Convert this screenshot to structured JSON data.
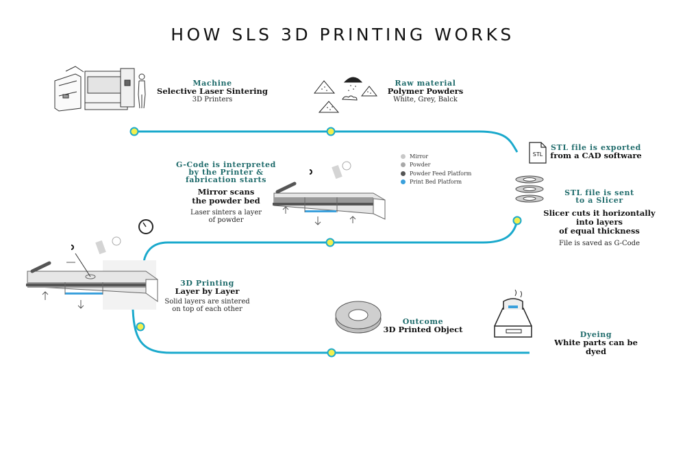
{
  "title": "HOW SLS 3D PRINTING WORKS",
  "colors": {
    "path": "#1aa9cc",
    "node_fill": "#f3ef4e",
    "node_stroke": "#1aa9cc",
    "title_teal": "#1f6b6b",
    "bed_blue": "#3aa0dc"
  },
  "steps": [
    {
      "id": "machine",
      "title": "Machine",
      "heading": "Selective Laser Sintering",
      "sub": "3D Printers"
    },
    {
      "id": "raw",
      "title": "Raw material",
      "heading": "Polymer Powders",
      "sub": "White, Grey, Balck"
    },
    {
      "id": "stl_export",
      "title": "STL file is exported",
      "heading": "from a CAD software"
    },
    {
      "id": "slicer",
      "title": "STL file is sent\nto a Slicer",
      "heading": "Slicer cuts it horizontally\ninto layers\nof equal thickness",
      "sub": "File is saved as G-Code"
    },
    {
      "id": "gcode",
      "title": "G-Code is interpreted\nby the Printer &\nfabrication starts",
      "heading": "Mirror scans\nthe powder bed",
      "sub": "Laser sinters a layer\nof powder"
    },
    {
      "id": "layer",
      "title": "3D Printing",
      "heading": "Layer by Layer",
      "sub": "Solid layers are sintered\non top of each other"
    },
    {
      "id": "outcome",
      "title": "Outcome",
      "heading": "3D Printed Object"
    },
    {
      "id": "dyeing",
      "title": "Dyeing",
      "heading": "White parts can be dyed"
    }
  ],
  "stl_icon_label": "STL",
  "legend": [
    {
      "label": "Mirror",
      "color": "#c8c8c8"
    },
    {
      "label": "Powder",
      "color": "#a8a8a8"
    },
    {
      "label": "Powder Feed Platform",
      "color": "#555555"
    },
    {
      "label": "Print Bed Platform",
      "color": "#3aa0dc"
    }
  ]
}
